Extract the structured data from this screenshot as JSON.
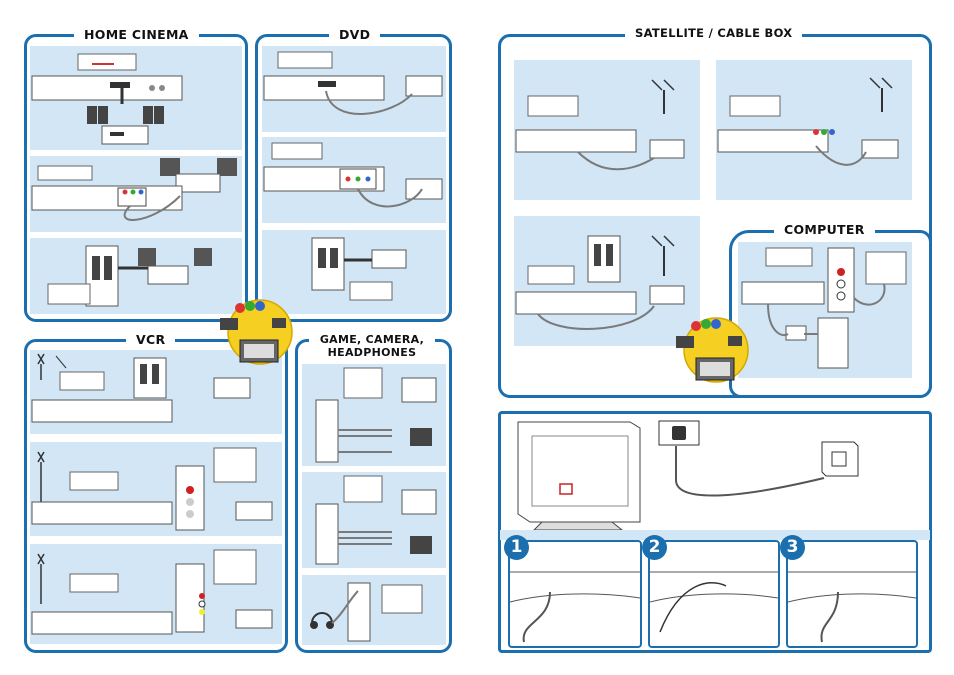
{
  "sections": {
    "home_cinema": "HOME CINEMA",
    "dvd": "DVD",
    "satellite": "SATELLITE / CABLE BOX",
    "vcr": "VCR",
    "game": "GAME, CAMERA, HEADPHONES",
    "computer": "COMPUTER"
  },
  "steps": [
    "1",
    "2",
    "3"
  ],
  "colors": {
    "frame": "#1b6fae",
    "panel": "#d3e6f5",
    "cable": "#7a7a7a"
  }
}
